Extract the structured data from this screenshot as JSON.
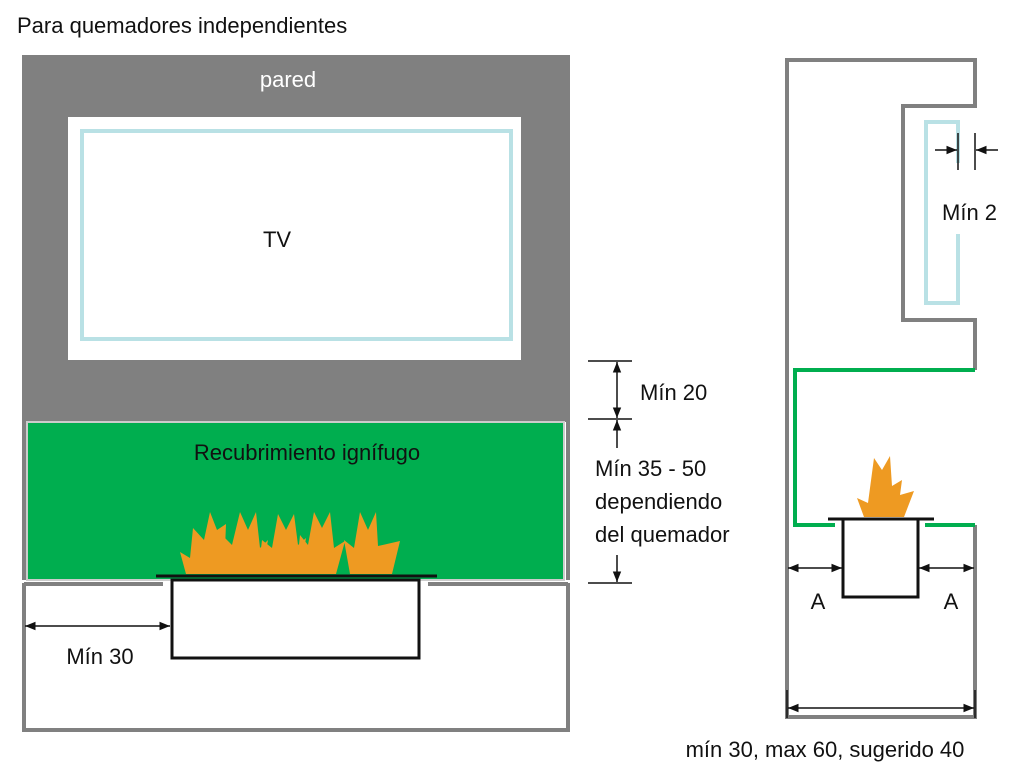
{
  "title": "Para quemadores independientes",
  "front_view": {
    "wall_label": "pared",
    "tv_label": "TV",
    "coating_label": "Recubrimiento ignífugo",
    "side_clearance": "Mín 30",
    "tv_gap": "Mín 20",
    "coating_height_lines": [
      "Mín 35 - 50",
      "dependiendo",
      "del quemador"
    ]
  },
  "side_view": {
    "tv_gap": "Mín 2",
    "left_gap": "A",
    "right_gap": "A",
    "depth": "mín 30, max 60, sugerido 40"
  },
  "colors": {
    "wall": "#808080",
    "coating": "#00ae4f",
    "flame": "#ee9a22",
    "tv_outline": "#b9e1e5"
  }
}
